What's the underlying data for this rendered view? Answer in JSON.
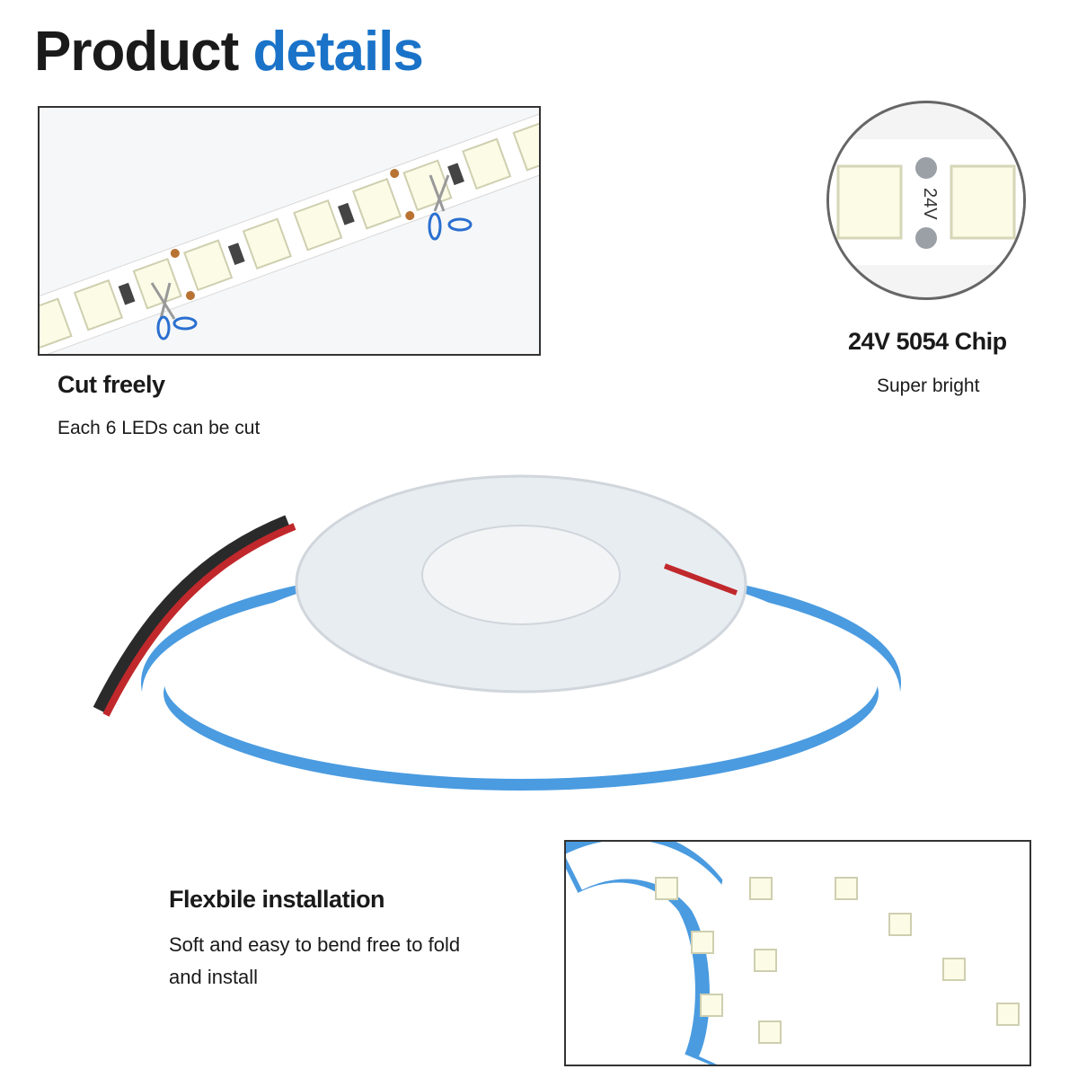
{
  "header": {
    "title_word1": "Product",
    "title_word2": "details"
  },
  "cut": {
    "title": "Cut freely",
    "desc": "Each 6 LEDs can be cut"
  },
  "chip": {
    "title": "24V 5054 Chip",
    "desc": "Super bright",
    "voltage_label": "24V"
  },
  "flex": {
    "title": "Flexbile installation",
    "desc_line1": "Soft and easy to bend free to fold",
    "desc_line2": "and install"
  },
  "colors": {
    "accent": "#1a73c8",
    "strip_backing": "#4a9be0",
    "led": "#fbfbe6",
    "wire_red": "#c0282c",
    "wire_black": "#2a2a2a"
  }
}
